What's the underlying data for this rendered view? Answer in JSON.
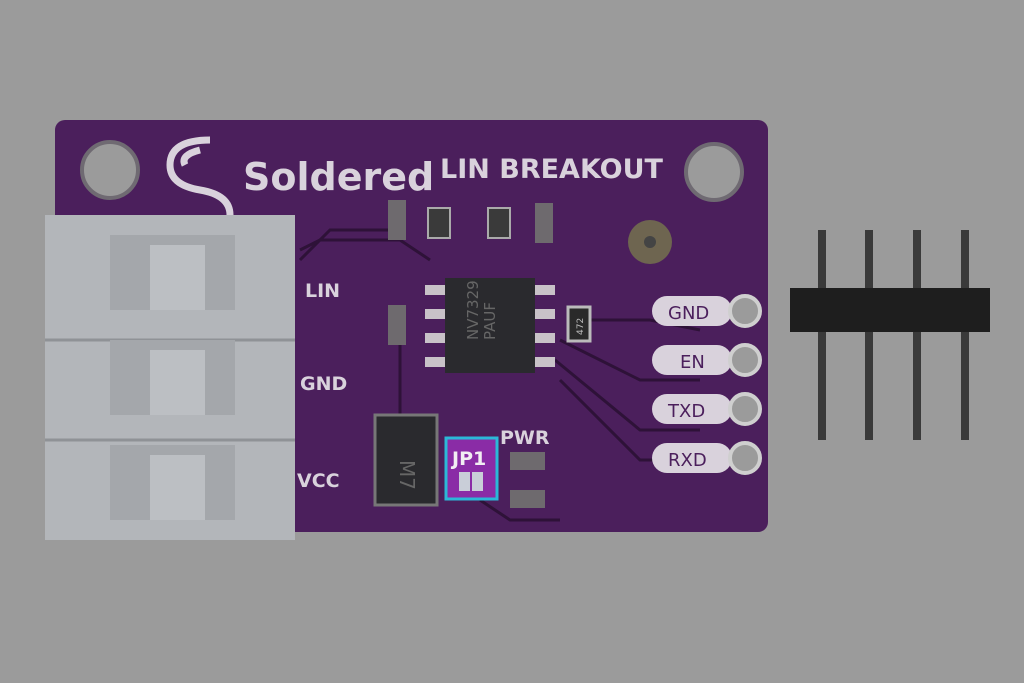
{
  "board": {
    "brand": "Soldered",
    "title": "LIN BREAKOUT",
    "chip_line1": "NV7329",
    "chip_line2": "PAUF",
    "resistor_code": "472",
    "diode_code": "M7",
    "terminal_labels": [
      "LIN",
      "GND",
      "VCC"
    ],
    "pin_labels": [
      "GND",
      "EN",
      "TXD",
      "RXD"
    ],
    "pwr_label": "PWR",
    "highlight_label": "JP1"
  },
  "colors": {
    "background": "#9b9b9b",
    "pcb_dimmed": "#4b1f5c",
    "pcb_highlight": "#8a2ca6",
    "highlight_border": "#2bb8d8"
  }
}
